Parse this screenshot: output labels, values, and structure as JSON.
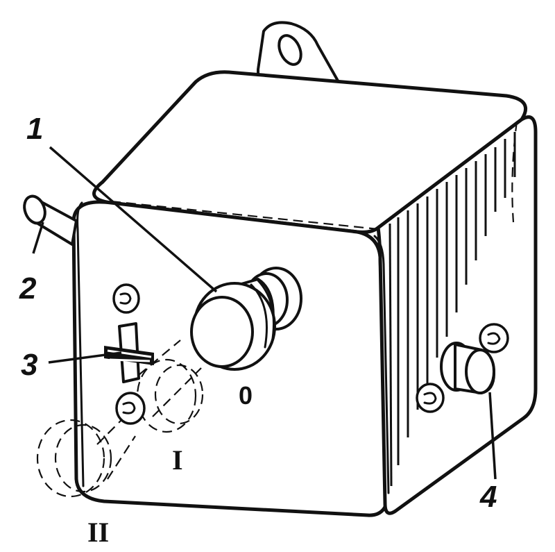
{
  "callouts": {
    "c1": "1",
    "c2": "2",
    "c3": "3",
    "c4": "4"
  },
  "positions": {
    "p0": "0",
    "p1": "I",
    "p2": "II"
  },
  "colors": {
    "ink": "#111111",
    "paper": "#ffffff"
  }
}
